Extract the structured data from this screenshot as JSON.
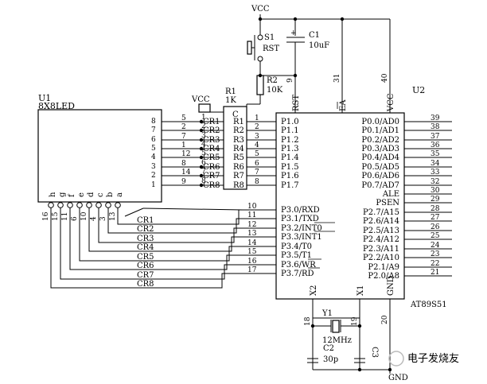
{
  "power": {
    "vcc_top": "VCC",
    "vcc_u1": "VCC",
    "gnd": "GND"
  },
  "reset": {
    "switch_label": "S1",
    "switch_name": "RST",
    "cap_label": "C1",
    "cap_value": "10uF",
    "res_label": "R2",
    "res_value": "10K"
  },
  "resistor_array": {
    "label": "R1",
    "value": "1K",
    "common": "C",
    "rows": [
      {
        "pin": "1",
        "name": "R1"
      },
      {
        "pin": "2",
        "name": "R2"
      },
      {
        "pin": "3",
        "name": "R3"
      },
      {
        "pin": "4",
        "name": "R4"
      },
      {
        "pin": "5",
        "name": "R5"
      },
      {
        "pin": "6",
        "name": "R6"
      },
      {
        "pin": "7",
        "name": "R7"
      },
      {
        "pin": "8",
        "name": "R8"
      }
    ]
  },
  "led": {
    "ref": "U1",
    "name": "8X8LED",
    "row_pins": [
      "8",
      "7",
      "6",
      "5",
      "4",
      "3",
      "2",
      "1"
    ],
    "row_conn_pins": [
      "5",
      "2",
      "7",
      "1",
      "12",
      "8",
      "14",
      "9"
    ],
    "row_nets": [
      "CR1",
      "CR2",
      "CR3",
      "CR4",
      "CR5",
      "CR6",
      "CR7",
      "CR8"
    ],
    "col_letters": [
      "h",
      "g",
      "f",
      "e",
      "d",
      "c",
      "b",
      "a"
    ],
    "col_pins": [
      "16",
      "15",
      "11",
      "6",
      "10",
      "4",
      "3",
      "13"
    ]
  },
  "column_nets": [
    "CR1",
    "CR2",
    "CR3",
    "CR4",
    "CR5",
    "CR6",
    "CR7",
    "CR8"
  ],
  "mcu": {
    "ref": "U2",
    "part": "AT89S51",
    "top_pins": [
      {
        "num": "9",
        "name": "RST"
      },
      {
        "num": "31",
        "name": "EA"
      },
      {
        "num": "40",
        "name": "VCC"
      }
    ],
    "p1_pins": [
      {
        "num": "1",
        "name": "P1.0"
      },
      {
        "num": "2",
        "name": "P1.1"
      },
      {
        "num": "3",
        "name": "P1.2"
      },
      {
        "num": "4",
        "name": "P1.3"
      },
      {
        "num": "5",
        "name": "P1.4"
      },
      {
        "num": "6",
        "name": "P1.5"
      },
      {
        "num": "7",
        "name": "P1.6"
      },
      {
        "num": "8",
        "name": "P1.7"
      }
    ],
    "p3_pins": [
      {
        "num": "10",
        "name": "P3.0/RXD"
      },
      {
        "num": "11",
        "name": "P3.1/TXD"
      },
      {
        "num": "12",
        "name": "P3.2/INT0"
      },
      {
        "num": "13",
        "name": "P3.3/INT1"
      },
      {
        "num": "14",
        "name": "P3.4/T0"
      },
      {
        "num": "15",
        "name": "P3.5/T1"
      },
      {
        "num": "16",
        "name": "P3.6/WR"
      },
      {
        "num": "17",
        "name": "P3.7/RD"
      }
    ],
    "right_pins": [
      {
        "num": "39",
        "name": "P0.0/AD0"
      },
      {
        "num": "38",
        "name": "P0.1/AD1"
      },
      {
        "num": "37",
        "name": "P0.2/AD2"
      },
      {
        "num": "36",
        "name": "P0.3/AD3"
      },
      {
        "num": "35",
        "name": "P0.4/AD4"
      },
      {
        "num": "34",
        "name": "P0.5/AD5"
      },
      {
        "num": "33",
        "name": "P0.6/AD6"
      },
      {
        "num": "32",
        "name": "P0.7/AD7"
      },
      {
        "num": "30",
        "name": "ALE"
      },
      {
        "num": "29",
        "name": "PSEN"
      },
      {
        "num": "28",
        "name": "P2.7/A15"
      },
      {
        "num": "27",
        "name": "P2.6/A14"
      },
      {
        "num": "26",
        "name": "P2.5/A13"
      },
      {
        "num": "25",
        "name": "P2.4/A12"
      },
      {
        "num": "24",
        "name": "P2.3/A11"
      },
      {
        "num": "23",
        "name": "P2.2/A10"
      },
      {
        "num": "22",
        "name": "P2.1/A9"
      },
      {
        "num": "21",
        "name": "P2.0/A8"
      }
    ],
    "bottom_pins": [
      {
        "num": "18",
        "name": "X2"
      },
      {
        "num": "19",
        "name": "X1"
      },
      {
        "num": "20",
        "name": "GND"
      }
    ]
  },
  "crystal": {
    "label": "Y1",
    "value": "12MHz",
    "cap_label": "C2",
    "cap_value": "30p",
    "cap2_label": "C3"
  },
  "watermark": "电子发烧友"
}
